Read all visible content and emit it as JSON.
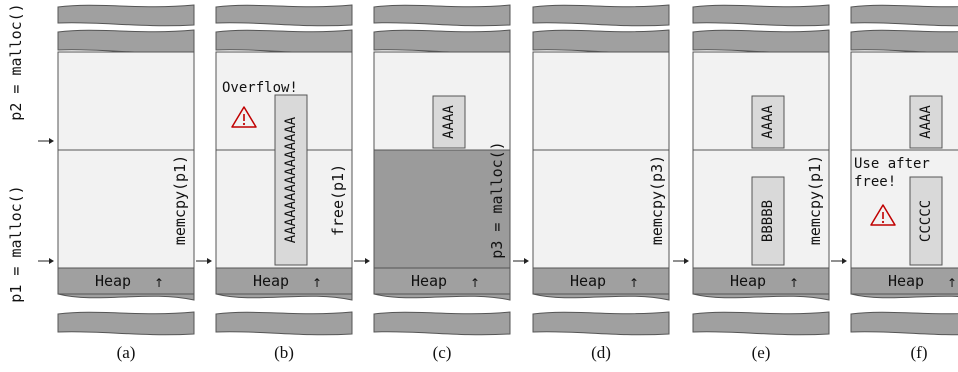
{
  "panels": [
    {
      "caption": "(a)",
      "ops": [
        {
          "text": "p1 = malloc()",
          "pointer": "lower"
        },
        {
          "text": "p2 = malloc()",
          "pointer": "upper"
        }
      ],
      "heap_label": "Heap",
      "heap_arrow": "↑",
      "freed_lower_chunk": false,
      "blocks": [],
      "warning": null
    },
    {
      "caption": "(b)",
      "ops": [
        {
          "text": "memcpy(p1)",
          "pointer": "lower"
        }
      ],
      "heap_label": "Heap",
      "heap_arrow": "↑",
      "freed_lower_chunk": false,
      "blocks": [
        {
          "text": "AAAAAAAAAAAAAAA",
          "span": "overflow"
        }
      ],
      "warning": {
        "text": "Overflow!",
        "icon": "warning-triangle-icon"
      }
    },
    {
      "caption": "(c)",
      "ops": [
        {
          "text": "free(p1)",
          "pointer": "lower"
        }
      ],
      "heap_label": "Heap",
      "heap_arrow": "↑",
      "freed_lower_chunk": true,
      "blocks": [
        {
          "text": "AAAA",
          "span": "upper"
        }
      ],
      "warning": null
    },
    {
      "caption": "(d)",
      "ops": [
        {
          "text": "p3 = malloc()",
          "pointer": "lower"
        }
      ],
      "heap_label": "Heap",
      "heap_arrow": "↑",
      "freed_lower_chunk": false,
      "blocks": [],
      "warning": null
    },
    {
      "caption": "(e)",
      "ops": [
        {
          "text": "memcpy(p3)",
          "pointer": "lower"
        }
      ],
      "heap_label": "Heap",
      "heap_arrow": "↑",
      "freed_lower_chunk": false,
      "blocks": [
        {
          "text": "AAAA",
          "span": "upper"
        },
        {
          "text": "BBBBB",
          "span": "lower"
        }
      ],
      "warning": null
    },
    {
      "caption": "(f)",
      "ops": [
        {
          "text": "memcpy(p1)",
          "pointer": "lower"
        }
      ],
      "heap_label": "Heap",
      "heap_arrow": "↑",
      "freed_lower_chunk": false,
      "blocks": [
        {
          "text": "AAAA",
          "span": "upper"
        },
        {
          "text": "CCCCC",
          "span": "lower"
        }
      ],
      "warning": {
        "text": "Use after free!",
        "icon": "warning-triangle-icon"
      }
    }
  ],
  "colors": {
    "mem_fill": "#f2f2f2",
    "mem_stroke": "#555555",
    "shaded": "#a0a0a0",
    "freed": "#9b9b9b",
    "block_fill": "#d9d9d9",
    "warning_red": "#c00000",
    "text": "#111111"
  }
}
